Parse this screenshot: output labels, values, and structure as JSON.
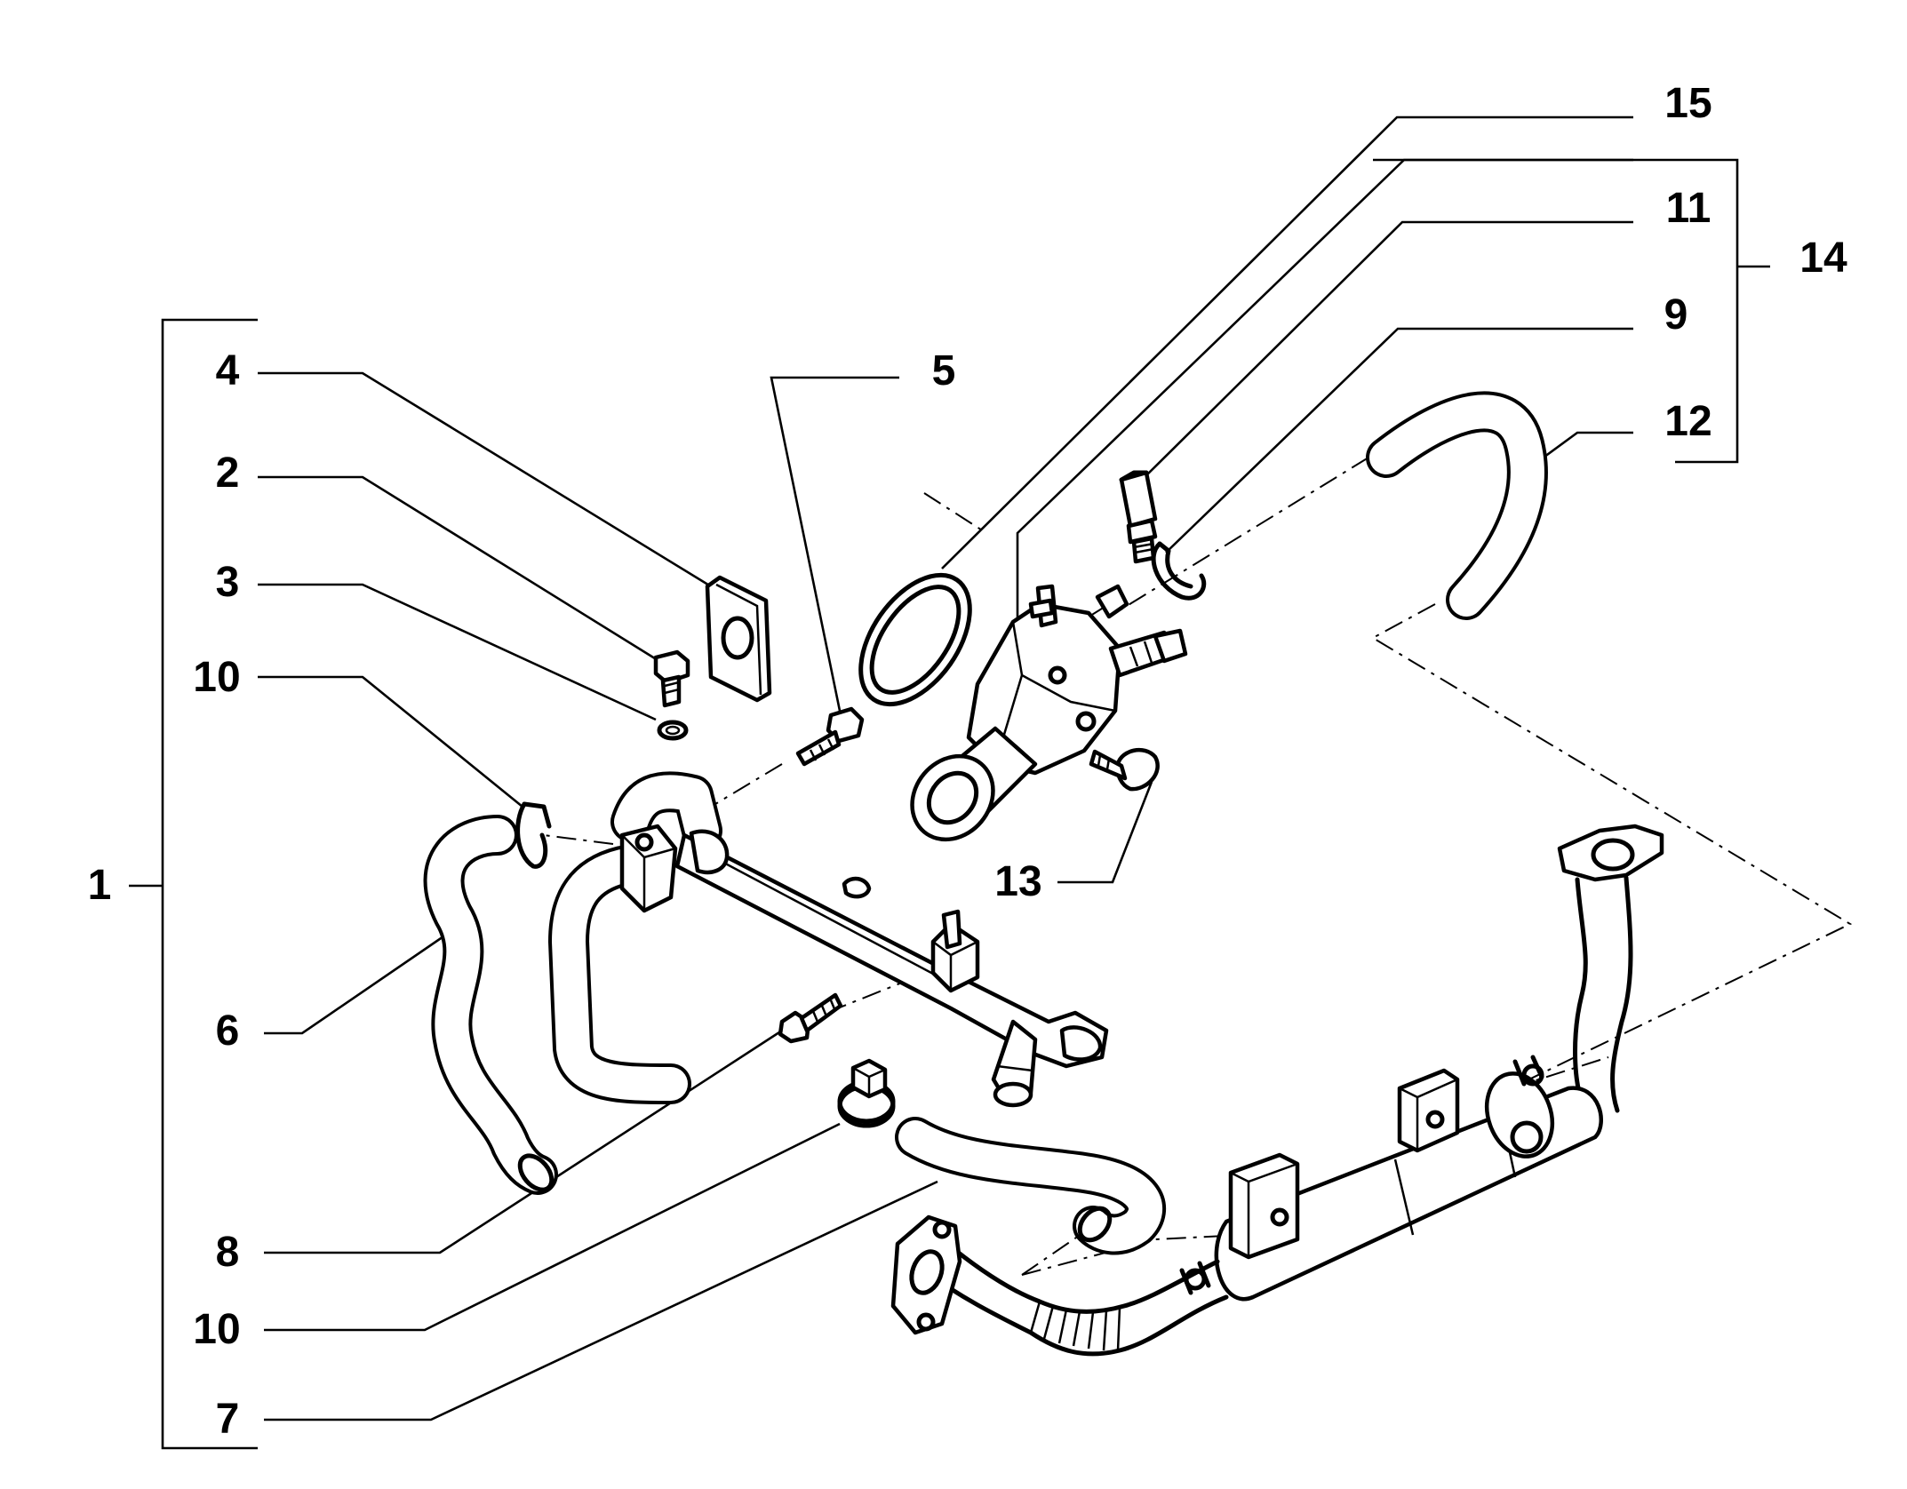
{
  "callouts": {
    "c1": "1",
    "c2": "2",
    "c3": "3",
    "c4": "4",
    "c5": "5",
    "c6": "6",
    "c7": "7",
    "c8": "8",
    "c9": "9",
    "c10a": "10",
    "c10b": "10",
    "c11": "11",
    "c12": "12",
    "c13": "13",
    "c14": "14",
    "c15": "15"
  }
}
